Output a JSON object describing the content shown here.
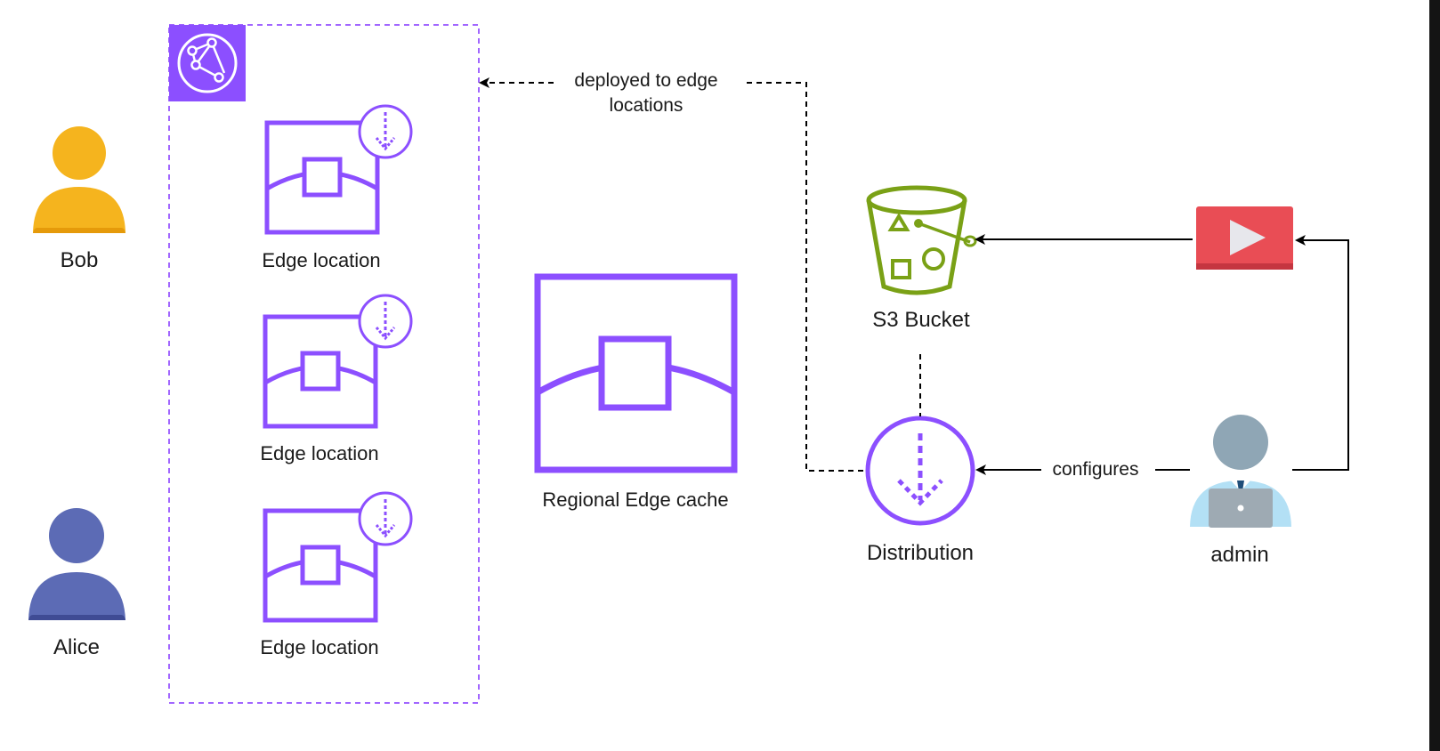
{
  "nodes": {
    "bob": {
      "label": "Bob"
    },
    "alice": {
      "label": "Alice"
    },
    "edge_locations": [
      {
        "label": "Edge location"
      },
      {
        "label": "Edge location"
      },
      {
        "label": "Edge location"
      }
    ],
    "regional_cache": {
      "label": "Regional Edge cache"
    },
    "s3_bucket": {
      "label": "S3 Bucket"
    },
    "distribution": {
      "label": "Distribution"
    },
    "admin": {
      "label": "admin"
    }
  },
  "edges": {
    "deployed_label_line1": "deployed to edge",
    "deployed_label_line2": "locations",
    "configures_label": "configures"
  },
  "colors": {
    "cloudfront_purple": "#8c4fff",
    "group_border": "#a166ff",
    "s3_green": "#7aa116",
    "bob_yellow": "#f5b41e",
    "alice_indigo": "#5c6bb5",
    "video_red": "#e94d55",
    "admin_blue": "#b3e0f5"
  }
}
